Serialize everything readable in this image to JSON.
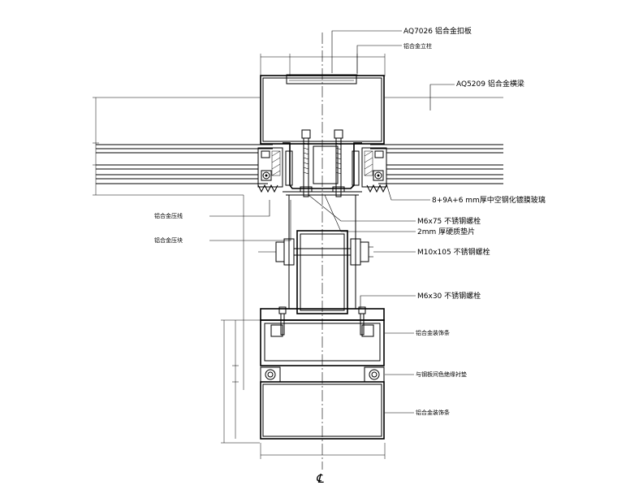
{
  "labels": {
    "top_cover": "AQ7026 铝合金扣板",
    "mullion": "铝合金立柱",
    "transom": "AQ5209 铝合金横梁",
    "glass": "8+9A+6 mm厚中空钢化镀膜玻璃",
    "pressure_cover": "铝合金压线",
    "pressure_block": "铝合金压块",
    "bolt_m6x75": "M6x75 不锈钢螺栓",
    "gasket_2mm": "2mm 厚硬质垫片",
    "bolt_m10x105": "M10x105 不锈钢螺栓",
    "bolt_m6x30": "M6x30 不锈钢螺栓",
    "deco_upper": "铝合金装饰条",
    "isolation_pad": "与钢板间色绝缘衬垫",
    "deco_lower": "铝合金装饰条",
    "centerline": "℄"
  }
}
